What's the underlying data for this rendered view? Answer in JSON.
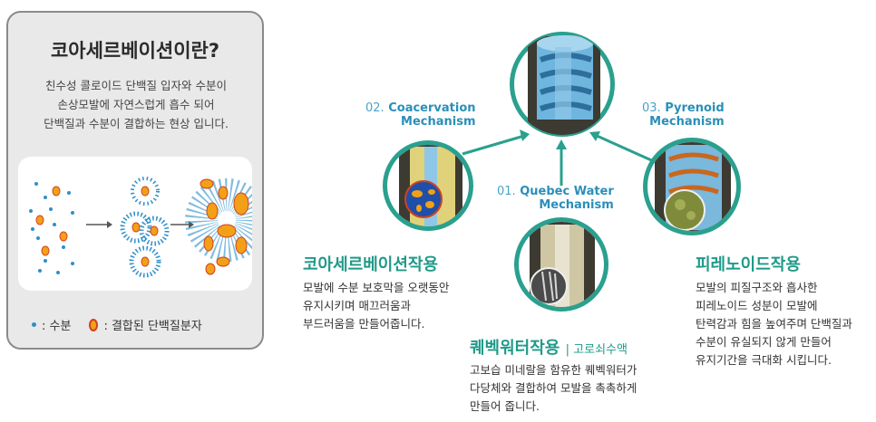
{
  "panel": {
    "title": "코아세르베이션이란?",
    "description": [
      "친수성 콜로이드 단백질 입자와 수분이",
      "손상모발에 자연스럽게 흡수 되어",
      "단백질과 수분이 결합하는 현상 입니다."
    ],
    "legend_water": ": 수분",
    "legend_protein": ": 결합된 단백질분자"
  },
  "mechanisms": {
    "coacervation": {
      "number": "02.",
      "line1": "Coacervation",
      "line2": "Mechanism"
    },
    "quebec": {
      "number": "01.",
      "line1": "Quebec Water",
      "line2": "Mechanism"
    },
    "pyrenoid": {
      "number": "03.",
      "line1": "Pyrenoid",
      "line2": "Mechanism"
    }
  },
  "sections": {
    "coacervation": {
      "title": "코아세르베이션작용",
      "body": [
        "모발에 수분 보호막을 오랫동안",
        "유지시키며 매끄러움과",
        "부드러움을 만들어줍니다."
      ]
    },
    "quebec": {
      "title": "퀘벡워터작용",
      "subtitle": "| 고로쇠수액",
      "body": [
        "고보습 미네랄을 함유한 퀘벡워터가",
        "다당체와 결합하여 모발을 촉촉하게",
        "만들어 줍니다."
      ]
    },
    "pyrenoid": {
      "title": "피레노이드작용",
      "body": [
        "모발의 피질구조와 흡사한",
        "피레노이드 성분이 모발에",
        "탄력감과 힘을 높여주며 단백질과",
        "수분이 유실되지 않게 만들어",
        "유지기간을 극대화 시킵니다."
      ]
    }
  },
  "colors": {
    "teal": "#1f9a88",
    "ring": "#2aa08e",
    "water": "#2f8fc8",
    "protein": "#f2a018",
    "protein_edge": "#d2421f",
    "label_blue": "#2a8fb8"
  }
}
